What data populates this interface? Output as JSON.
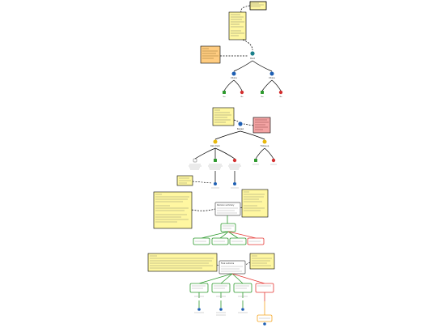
{
  "colors": {
    "note_yellow": "#fff7a1",
    "note_orange": "#ffcc80",
    "note_red": "#f3a3a3",
    "green_box": "#2e9a2e",
    "red_box": "#e53935",
    "orange_box": "#f5a623",
    "line": "#000000"
  },
  "icons": {
    "root_node": "network-icon",
    "leaf_green": "check-icon",
    "leaf_red": "cross-icon",
    "decision_blue": "pin-icon",
    "decision_yellow": "warning-icon",
    "result_blue": "person-icon"
  },
  "labels": {
    "root_1": "Root",
    "decision_a": "Choice",
    "decision_b": "Choice",
    "leaf_a1": "Yes",
    "leaf_a2": "No",
    "leaf_b1": "Yes",
    "leaf_b2": "No",
    "root_2": "Review",
    "branch_2a": "Risk check",
    "branch_2b": "Follow-up",
    "box_3_title": "Decision summary",
    "box_4_title": "Final outcome"
  }
}
